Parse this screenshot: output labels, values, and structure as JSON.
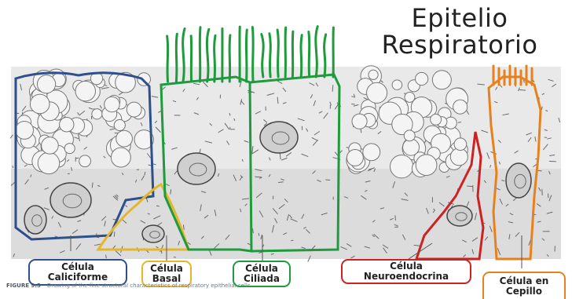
{
  "title": {
    "line1": "Epitelio",
    "line2": "Respiratorio"
  },
  "labels": {
    "caliciforme": {
      "line1": "Célula",
      "line2": "Caliciforme"
    },
    "basal": {
      "line1": "Célula",
      "line2": "Basal"
    },
    "ciliada": {
      "line1": "Célula",
      "line2": "Ciliada"
    },
    "neuroendocrina": {
      "line1": "Célula",
      "line2": "Neuroendocrina"
    },
    "cepillo": {
      "line1": "Célula en",
      "line2": "Cepillo"
    }
  },
  "caption": {
    "figure": "FIGURE 9.3",
    "text": "Drawing of the fine structural characteristics of respiratory epithelial cells."
  },
  "colors": {
    "caliciforme": "#2d4f8c",
    "basal": "#e5b62a",
    "ciliada": "#1f9a3c",
    "neuroendocrina": "#cc2222",
    "cepillo": "#e6821e"
  }
}
